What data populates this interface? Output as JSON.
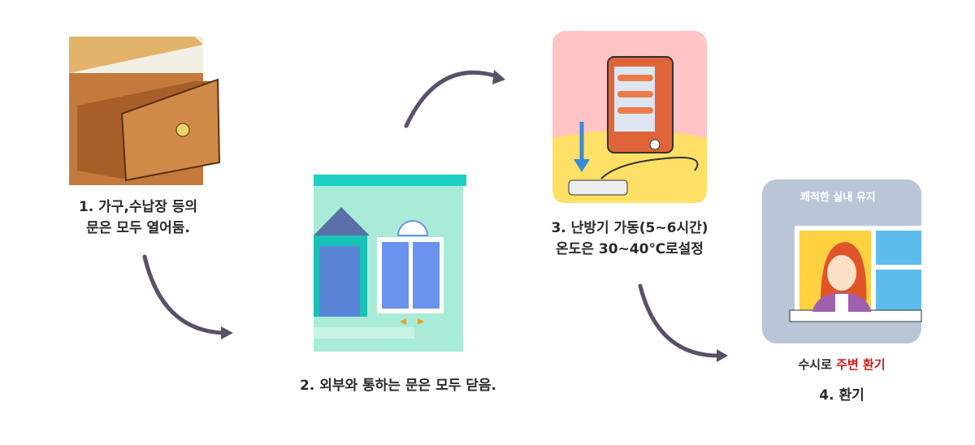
{
  "steps": [
    {
      "line1": "1. 가구,수납장 등의",
      "line2": "문은 모두 열어둠."
    },
    {
      "line1": "2. 외부와 통하는 문은 모두 닫음."
    },
    {
      "line1": "3. 난방기 가동(5~6시간)",
      "line2": "온도은 30~40℃로설정"
    },
    {
      "label": "4. 환기",
      "sub_plain": "수시로 ",
      "sub_highlight": "주변 환기",
      "bubble": "쾌적한 실내 유지"
    }
  ],
  "colors": {
    "arrow": "#5a5068",
    "highlight": "#d01818"
  }
}
